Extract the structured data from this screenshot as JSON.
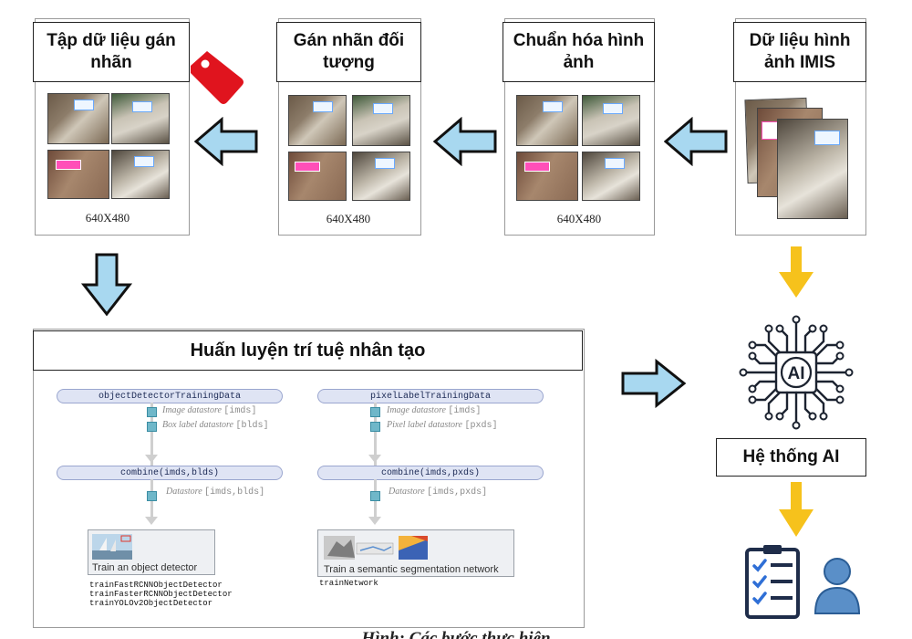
{
  "stages": [
    {
      "title": "Tập dữ liệu gán nhãn",
      "resolution": "640X480"
    },
    {
      "title": "Gán nhãn đối tượng",
      "resolution": "640X480"
    },
    {
      "title": "Chuẩn hóa hình ảnh",
      "resolution": "640X480"
    },
    {
      "title": "Dữ liệu hình ảnh IMIS",
      "resolution": ""
    }
  ],
  "training": {
    "title": "Huấn luyện trí tuệ nhân tạo",
    "left": {
      "top_pill": "objectDetectorTrainingData",
      "ds1_label": "Image datastore",
      "ds1_code": "[imds]",
      "ds2_label": "Box label datastore",
      "ds2_code": "[blds]",
      "combine_pill": "combine(imds,blds)",
      "ds3_label": "Datastore",
      "ds3_code": "[imds,blds]",
      "card_label": "Train an object detector",
      "functions": [
        "trainFastRCNNObjectDetector",
        "trainFasterRCNNObjectDetector",
        "trainYOLOv2ObjectDetector"
      ]
    },
    "right": {
      "top_pill": "pixelLabelTrainingData",
      "ds1_label": "Image datastore",
      "ds1_code": "[imds]",
      "ds2_label": "Pixel label datastore",
      "ds2_code": "[pxds]",
      "combine_pill": "combine(imds,pxds)",
      "ds3_label": "Datastore",
      "ds3_code": "[imds,pxds]",
      "card_label": "Train a semantic segmentation network",
      "functions": [
        "trainNetwork"
      ]
    }
  },
  "ai_system": {
    "chip_text": "AI",
    "title": "Hệ thống AI"
  },
  "caption": "Hình: Các bước thực hiện",
  "colors": {
    "arrow_blue": "#a8d8f0",
    "arrow_yellow": "#f6c21c",
    "tag_red": "#e0141e",
    "chip_dark": "#1c2330"
  }
}
